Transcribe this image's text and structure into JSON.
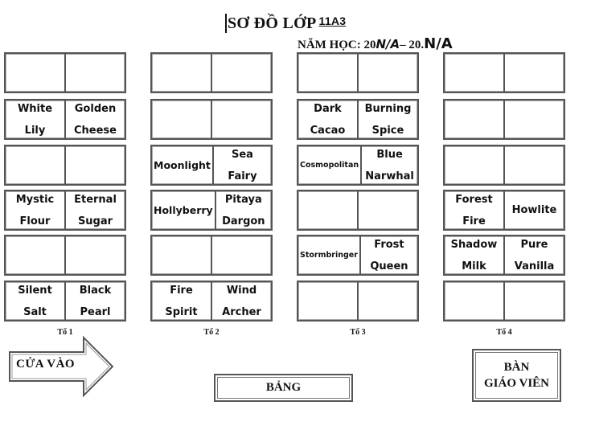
{
  "header": {
    "title": "SƠ ĐỒ LỚP",
    "class_name": "11A3",
    "year_prefix": "NĂM HỌC: 20",
    "year_start": "N/A",
    "year_mid": "– 20.",
    "year_end": "N/A"
  },
  "groups": [
    {
      "label": "Tổ 1",
      "desks": [
        [
          "",
          ""
        ],
        [
          "White\nLily",
          "Golden\nCheese"
        ],
        [
          "",
          ""
        ],
        [
          "Mystic\nFlour",
          "Eternal\nSugar"
        ],
        [
          "",
          ""
        ],
        [
          "Silent\nSalt",
          "Black\nPearl"
        ]
      ]
    },
    {
      "label": "Tổ 2",
      "desks": [
        [
          "",
          ""
        ],
        [
          "",
          ""
        ],
        [
          "Moonlight",
          "Sea\nFairy"
        ],
        [
          "Hollyberry",
          "Pitaya\nDargon"
        ],
        [
          "",
          ""
        ],
        [
          "Fire\nSpirit",
          "Wind\nArcher"
        ]
      ]
    },
    {
      "label": "Tổ 3",
      "desks": [
        [
          "",
          ""
        ],
        [
          "Dark\nCacao",
          "Burning\nSpice"
        ],
        [
          "Cosmopolitan",
          "Blue\nNarwhal"
        ],
        [
          "",
          ""
        ],
        [
          "Stormbringer",
          "Frost\nQueen"
        ],
        [
          "",
          ""
        ]
      ]
    },
    {
      "label": "Tổ 4",
      "desks": [
        [
          "",
          ""
        ],
        [
          "",
          ""
        ],
        [
          "",
          ""
        ],
        [
          "Forest\nFire",
          "Howlite"
        ],
        [
          "Shadow\nMilk",
          "Pure\nVanilla"
        ],
        [
          "",
          ""
        ]
      ]
    }
  ],
  "entrance": {
    "label": "CỬA VÀO"
  },
  "board": {
    "label": "BẢNG"
  },
  "teacher_desk": {
    "label": "BÀN\nGIÁO VIÊN"
  }
}
